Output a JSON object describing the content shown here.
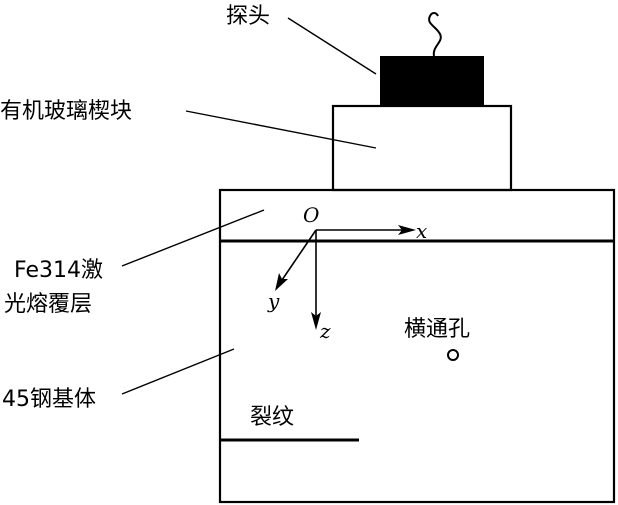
{
  "labels": {
    "probe": "探头",
    "wedge": "有机玻璃楔块",
    "coating_line1": "Fe314激",
    "coating_line2": "光熔覆层",
    "substrate": "45钢基体",
    "hole": "横通孔",
    "crack": "裂纹"
  },
  "axes": {
    "origin": "O",
    "x": "x",
    "y": "y",
    "z": "z"
  }
}
